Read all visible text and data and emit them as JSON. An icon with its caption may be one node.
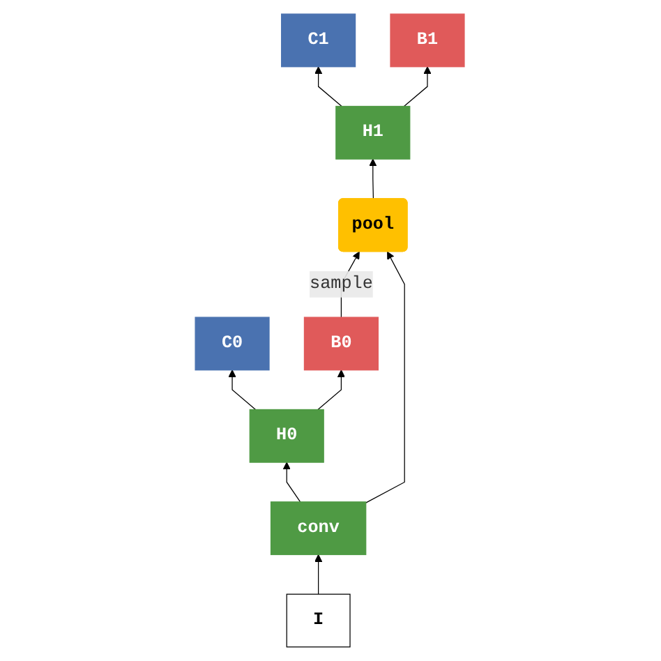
{
  "diagram": {
    "nodes": [
      {
        "text": [
          "I"
        ]
      },
      {
        "text": [
          "conv"
        ]
      },
      {
        "text": [
          "H0"
        ]
      },
      {
        "text": [
          "C0"
        ]
      },
      {
        "text": [
          "B0"
        ]
      },
      {
        "text": [
          "pool"
        ]
      },
      {
        "text": [
          "H1"
        ]
      },
      {
        "text": [
          "C1"
        ]
      },
      {
        "text": [
          "B1"
        ]
      }
    ],
    "edges": [
      {
        "from": 0,
        "to": 1,
        "arrow": "to"
      },
      {
        "from": 1,
        "to": 2,
        "arrow": "to"
      },
      {
        "from": 2,
        "to": 3,
        "arrow": "to"
      },
      {
        "from": 2,
        "to": 4,
        "arrow": "to"
      },
      {
        "from": 4,
        "to": 5,
        "arrow": "to",
        "label": "sample"
      },
      {
        "from": 1,
        "to": 5,
        "arrow": "to"
      },
      {
        "from": 5,
        "to": 6,
        "arrow": "to"
      },
      {
        "from": 6,
        "to": 7,
        "arrow": "to"
      },
      {
        "from": 6,
        "to": 8,
        "arrow": "to"
      }
    ]
  }
}
